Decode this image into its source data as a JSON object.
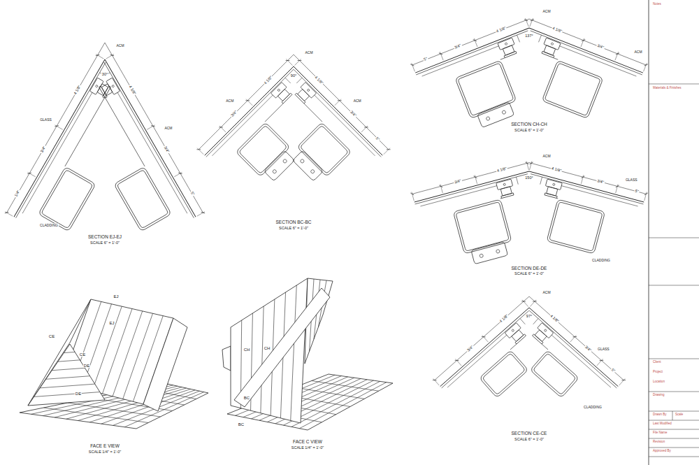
{
  "diagram": {
    "labels": [
      "ACM",
      "30°",
      "4 1/8\"",
      "4 1/8\"",
      "3/4\"",
      "3/4\"",
      "GLASS",
      "ACM",
      "5\"",
      "1/4\"",
      "CLADDING",
      "SECTION EJ-EJ",
      "SCALE 6\" = 1'-0\"",
      "ACM",
      "90°",
      "4 1/8\"",
      "4 1/8\"",
      "3/4\"",
      "3/4\"",
      "ACM",
      "ACM",
      "5\"",
      "SECTION BC-BC",
      "SCALE 6\" = 1'-0\"",
      "ACM",
      "4 1/8\"",
      "4 1/8\"",
      "137°",
      "3/4\"",
      "3/4\"",
      "ACM",
      "5\"",
      "SECTION CH-CH",
      "SCALE 6\" = 1'-0\"",
      "ACM",
      "4 1/8\"",
      "4 1/8\"",
      "150°",
      "3/4\"",
      "3/4\"",
      "GLASS",
      "5\"",
      "CLADDING",
      "SECTION DE-DE",
      "SCALE 6\" = 1'-0\"",
      "ACM",
      "4 1/8\"",
      "4 1/8\"",
      "97°",
      "3/4\"",
      "3/4\"",
      "GLASS",
      "5\"",
      "CLADDING",
      "SECTION CE-CE",
      "SCALE 6\" = 1'-0\"",
      "EJ",
      "EJ",
      "CE",
      "CE",
      "DE",
      "DE",
      "FACE E VIEW",
      "SCALE 1/4\" = 1'-0\"",
      "CH",
      "CH",
      "BC",
      "BC",
      "FACE C VIEW",
      "SCALE 1/4\" = 1'-0\"",
      "Notes",
      "Materials & Finishes",
      "Client",
      "Project",
      "Location",
      "Drawing",
      "Drawn By",
      "Scale",
      "Last Modified",
      "File Name",
      "Revision",
      "Approved By"
    ]
  }
}
